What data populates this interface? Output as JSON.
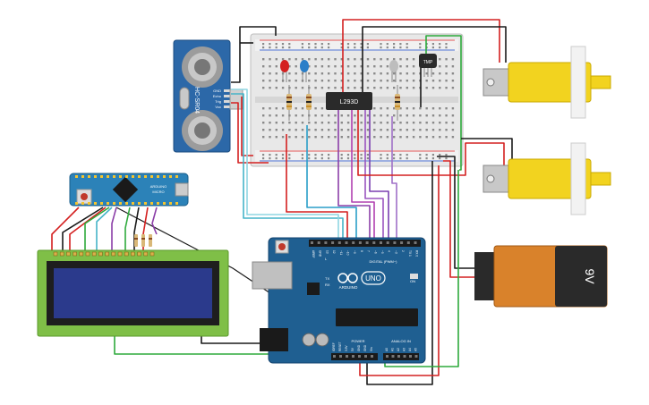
{
  "components": {
    "ultrasonic": {
      "model": "HC-SR04",
      "pins": [
        "GND",
        "Echo",
        "Trig",
        "Vcc"
      ]
    },
    "driver": {
      "label": "L293D"
    },
    "temp_sensor": {
      "label": "TMP"
    },
    "micro": {
      "logo": "ARDUINO",
      "name": "MICRO"
    },
    "uno": {
      "brand": "ARDUINO",
      "model": "UNO",
      "digital_label": "DIGITAL (PWM~)",
      "power_label": "POWER",
      "analog_label": "ANALOG IN",
      "side_labels": [
        "TX",
        "RX"
      ],
      "on_label": "ON",
      "l_label": "L",
      "digital_pins": [
        "AREF",
        "GND",
        "13",
        "12",
        "~11",
        "~10",
        "~9",
        "8",
        "7",
        "~6",
        "~5",
        "4",
        "~3",
        "2",
        "TX 1",
        "RX 0"
      ],
      "power_pins": [
        "IOREF",
        "RESET",
        "3.3V",
        "5V",
        "GND",
        "GND",
        "Vin"
      ],
      "analog_pins": [
        "A0",
        "A1",
        "A2",
        "A3",
        "A4",
        "A5"
      ]
    },
    "battery": {
      "label": "9V"
    }
  },
  "colors": {
    "wire_red": "#d42020",
    "wire_black": "#1a1a1a",
    "wire_green": "#2eaa3c",
    "wire_cyan": "#45b4c8",
    "wire_purple": "#8c3fa8",
    "wire_violet": "#9a55c0",
    "board_blue": "#1f5f91",
    "motor_yellow": "#f2d31f",
    "battery_orange": "#d9822b",
    "lcd_green": "#7fbf47",
    "lcd_screen": "#2b3a8c"
  }
}
